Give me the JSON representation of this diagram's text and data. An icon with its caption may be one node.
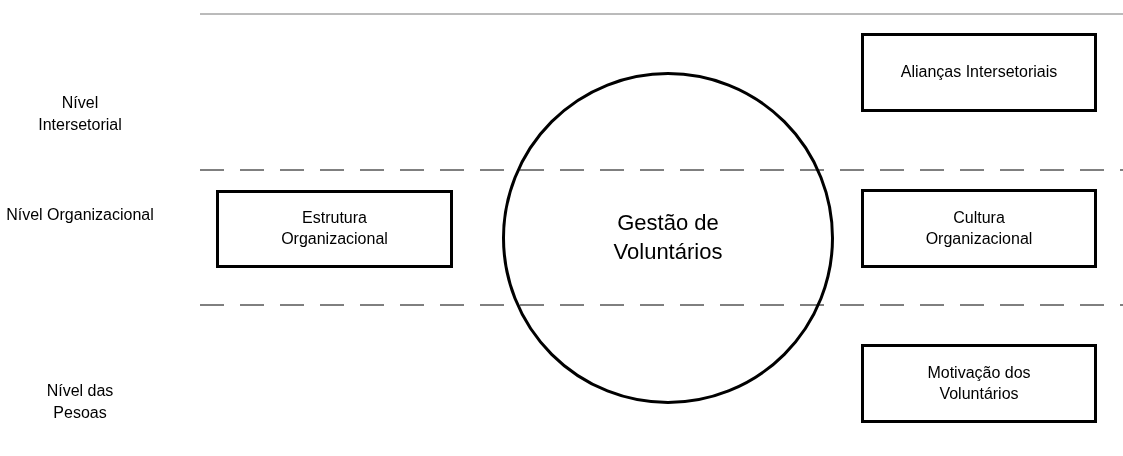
{
  "diagram": {
    "nodes": [
      {
        "text": [
          "Alianças Intersetoriais"
        ]
      },
      {
        "text": [
          "Estrutura Organizacional"
        ]
      },
      {
        "text": [
          "Gestão de Voluntários"
        ]
      },
      {
        "text": [
          "Cultura Organizacional"
        ]
      },
      {
        "text": [
          "Motivação dos Voluntários"
        ]
      }
    ],
    "labels": [
      "Nível Intersetorial",
      "Nível Organizacional",
      "Nível das Pesoas"
    ]
  }
}
